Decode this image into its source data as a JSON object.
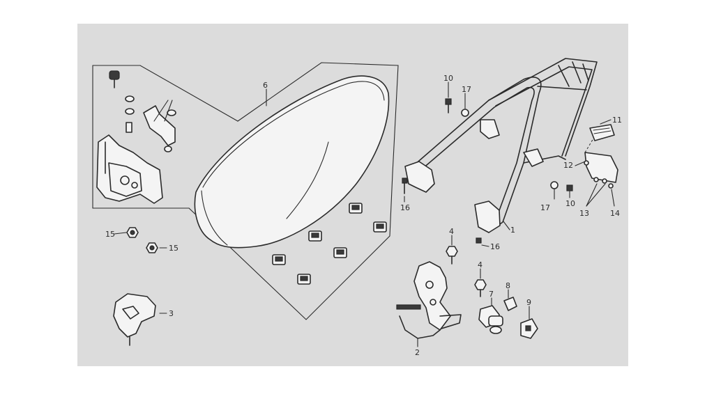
{
  "callouts": {
    "c1": "1",
    "c2": "2",
    "c3": "3",
    "c4a": "4",
    "c4b": "4",
    "c6": "6",
    "c7": "7",
    "c8": "8",
    "c9": "9",
    "c10a": "10",
    "c10b": "10",
    "c11": "11",
    "c12": "12",
    "c13": "13",
    "c14": "14",
    "c15a": "15",
    "c15b": "15",
    "c16a": "16",
    "c16b": "16",
    "c17a": "17",
    "c17b": "17"
  }
}
